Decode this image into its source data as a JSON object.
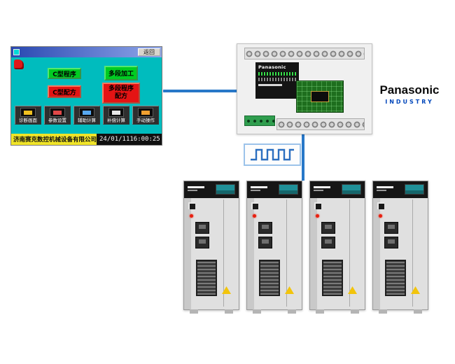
{
  "hmi": {
    "back_label": "返回",
    "main_buttons": [
      {
        "label": "C型程序",
        "color": "green"
      },
      {
        "label": "多段加工",
        "color": "green"
      },
      {
        "label": "C型配方",
        "color": "red"
      },
      {
        "label": "多段程序\n配方",
        "color": "red"
      }
    ],
    "toolbar": [
      {
        "label": "诊断画面"
      },
      {
        "label": "参数设置"
      },
      {
        "label": "辅助计算"
      },
      {
        "label": "补偿计算"
      },
      {
        "label": "手动操作"
      }
    ],
    "status": {
      "company": "济南赛克数控机械设备有限公司",
      "datetime": "24/01/1116:00:25"
    }
  },
  "plc": {
    "brand": "Panasonic"
  },
  "brand": {
    "name": "Panasonic",
    "division": "INDUSTRY"
  },
  "servo_group": {
    "count": 4
  },
  "colors": {
    "connection_line": "#2878c8",
    "hmi_background": "#00bcbe",
    "green_button": "#00cc22",
    "red_button": "#e41414",
    "status_bar_yellow": "#f0e428",
    "logo_blue": "#0047bb"
  }
}
